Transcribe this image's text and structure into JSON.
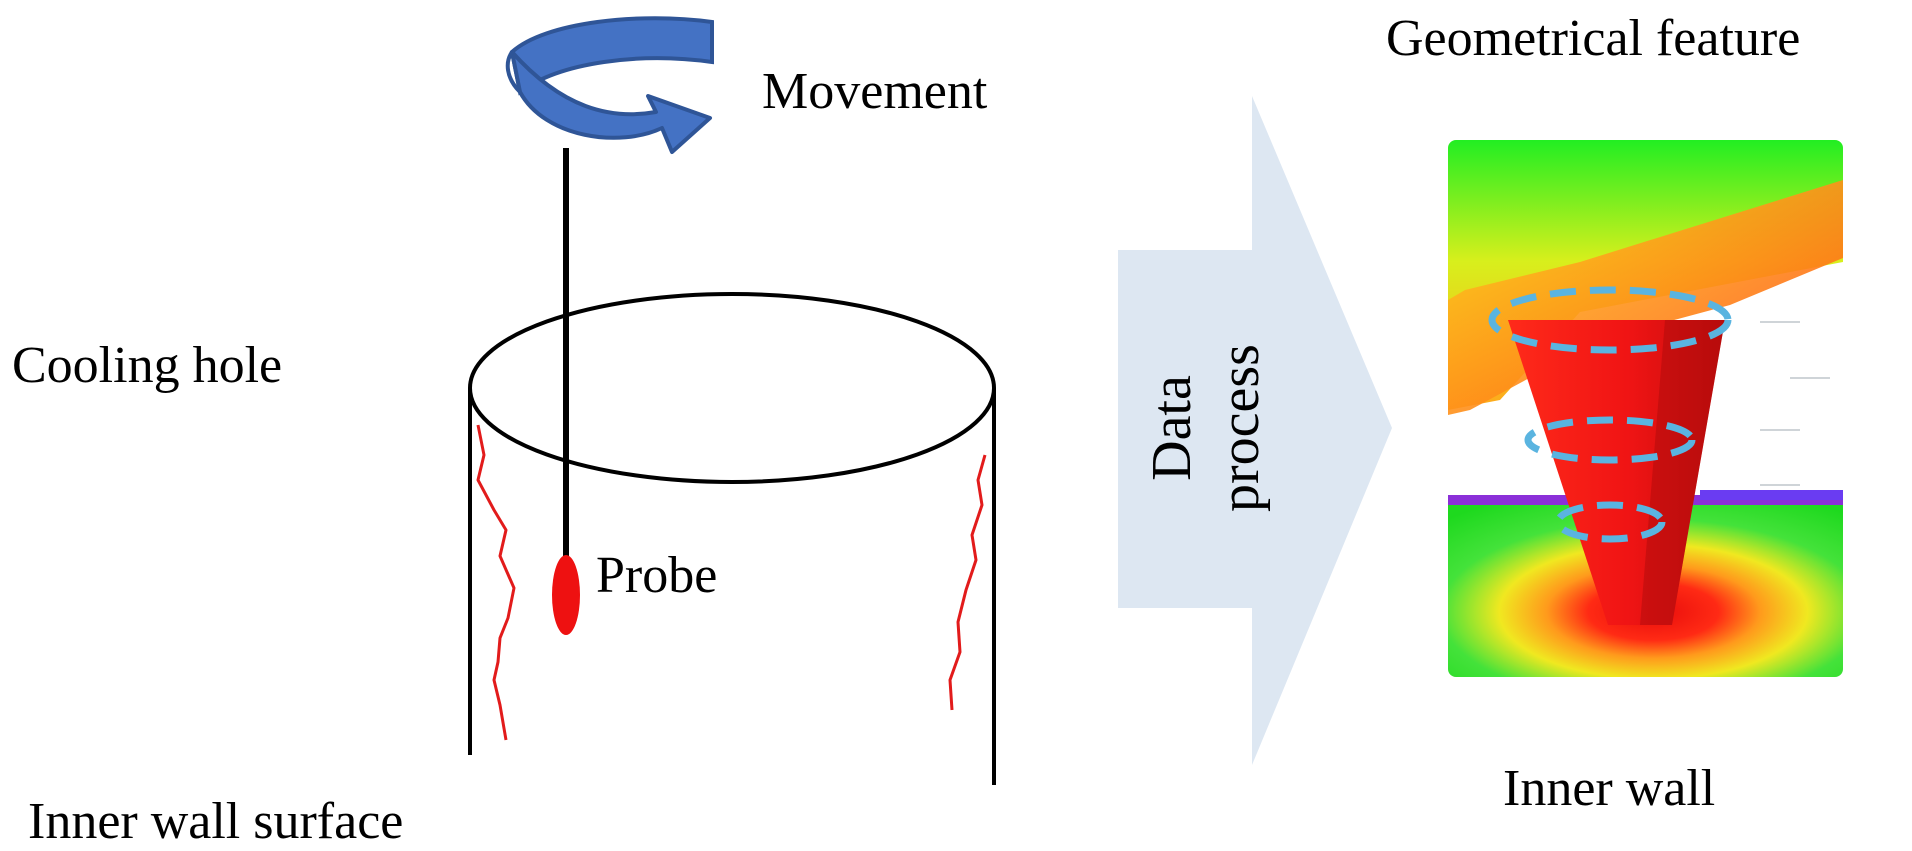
{
  "labels": {
    "movement": "Movement",
    "cooling_hole": "Cooling hole",
    "probe": "Probe",
    "inner_wall_surface": "Inner wall surface",
    "data": "Data",
    "process": "process",
    "geometrical_feature": "Geometrical feature",
    "inner_wall": "Inner wall"
  },
  "colors": {
    "rotation_arrow": "#4472c4",
    "rotation_arrow_dark": "#2f5597",
    "probe": "#ee1111",
    "cracks": "#e21b1b",
    "process_arrow": "#dde7f2",
    "dashed_rings": "#5ab4e0"
  }
}
